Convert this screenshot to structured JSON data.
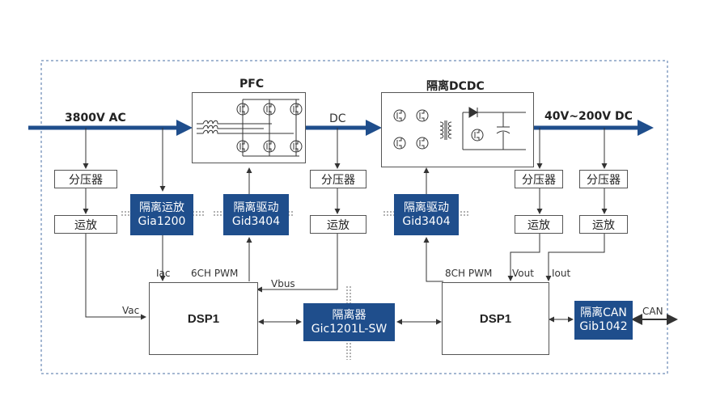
{
  "input_label": "3800V AC",
  "output_label": "40V~200V  DC",
  "pfc": {
    "title": "PFC"
  },
  "dcdc": {
    "title": "隔离DCDC"
  },
  "dc_label": "DC",
  "divider_label": "分压器",
  "opamp_label": "运放",
  "iso_amp": {
    "line1": "隔离运放",
    "line2": "Gia1200"
  },
  "iso_driver_1": {
    "line1": "隔离驱动",
    "line2": "Gid3404"
  },
  "iso_driver_2": {
    "line1": "隔离驱动",
    "line2": "Gid3404"
  },
  "isolator": {
    "line1": "隔离器",
    "line2": "Gic1201L-SW"
  },
  "iso_can": {
    "line1": "隔离CAN",
    "line2": "Gib1042"
  },
  "dsp1_left": "DSP1",
  "dsp1_right": "DSP1",
  "signals": {
    "iac": "Iac",
    "pwm6": "6CH PWM",
    "vbus": "Vbus",
    "vac": "Vac",
    "pwm8": "8CH PWM",
    "vout": "Vout",
    "iout": "Iout",
    "can": "CAN"
  },
  "colors": {
    "accent": "#1f4e8c",
    "border": "#555555",
    "dashed": "#4a6fa5"
  }
}
